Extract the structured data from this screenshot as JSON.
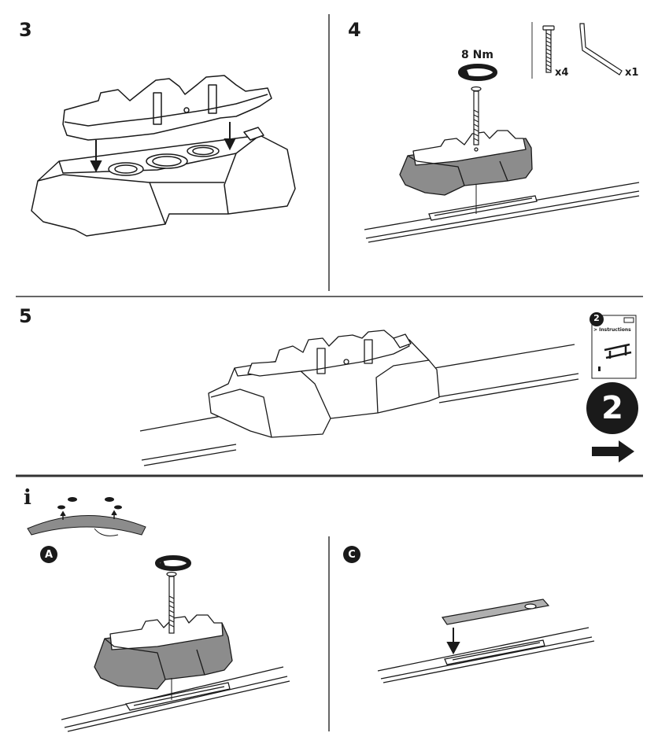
{
  "steps": {
    "step3": {
      "number": "3"
    },
    "step4": {
      "number": "4",
      "torque": "8 Nm",
      "bolt_qty": "x4",
      "key_qty": "x1"
    },
    "step5": {
      "number": "5",
      "booklet_number": "2",
      "booklet_label": "> Instructions",
      "next_number": "2"
    }
  },
  "info": {
    "icon": "i",
    "option_a": "A",
    "option_c": "C"
  },
  "colors": {
    "foot_gray": "#8c8c8c",
    "ink": "#1a1a1a",
    "divider": "#333333"
  }
}
